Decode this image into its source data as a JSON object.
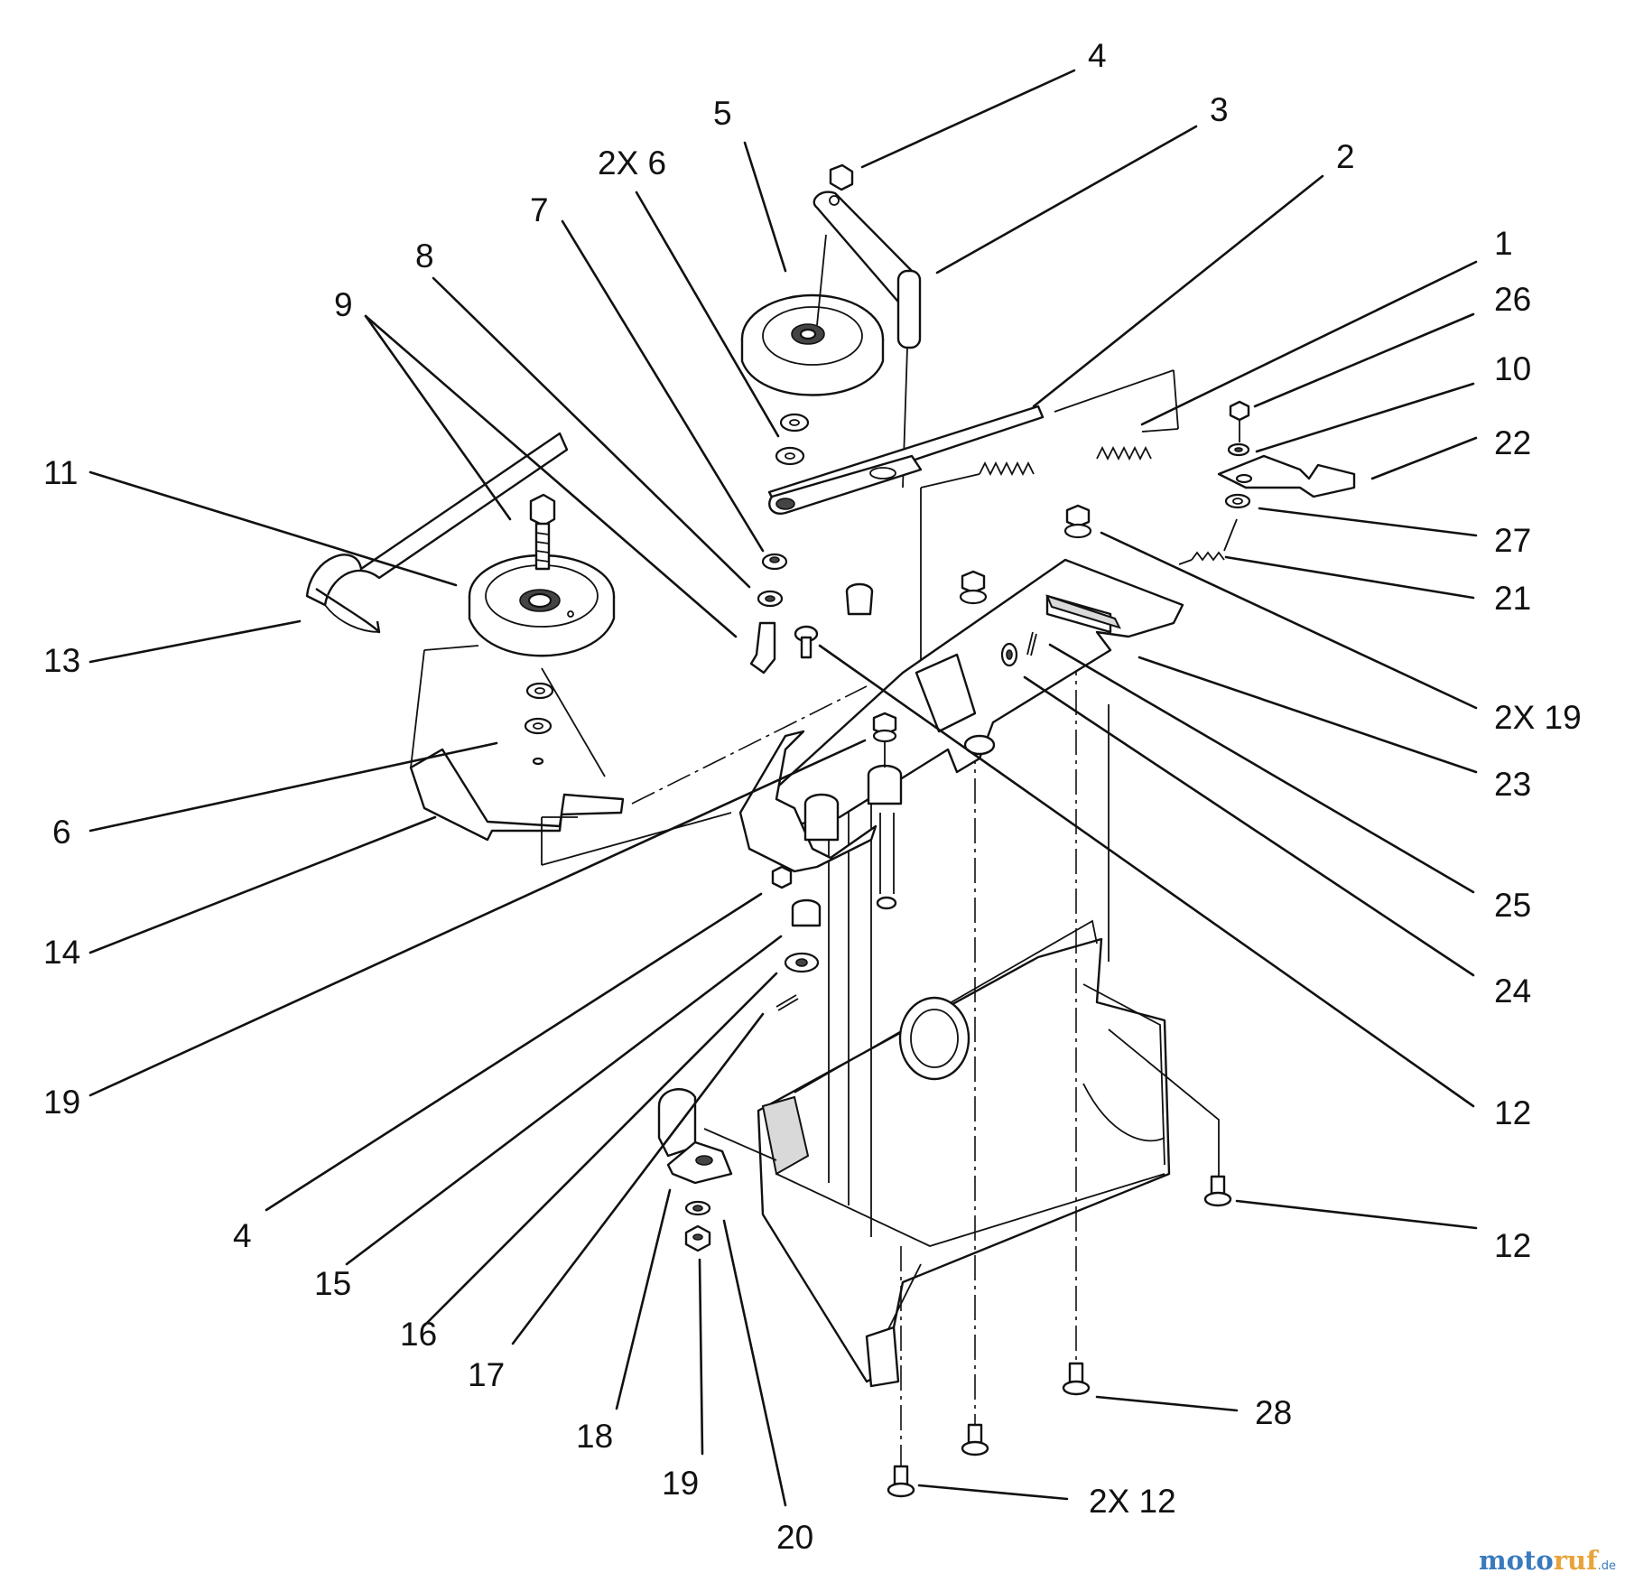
{
  "callouts": [
    {
      "id": "c4a",
      "text": "4"
    },
    {
      "id": "c3",
      "text": "3"
    },
    {
      "id": "c5",
      "text": "5"
    },
    {
      "id": "c2",
      "text": "2"
    },
    {
      "id": "c2x6",
      "text": "2X 6"
    },
    {
      "id": "c7",
      "text": "7"
    },
    {
      "id": "c1",
      "text": "1"
    },
    {
      "id": "c8",
      "text": "8"
    },
    {
      "id": "c26",
      "text": "26"
    },
    {
      "id": "c9",
      "text": "9"
    },
    {
      "id": "c10",
      "text": "10"
    },
    {
      "id": "c22",
      "text": "22"
    },
    {
      "id": "c11",
      "text": "11"
    },
    {
      "id": "c27",
      "text": "27"
    },
    {
      "id": "c21",
      "text": "21"
    },
    {
      "id": "c13",
      "text": "13"
    },
    {
      "id": "c2x19",
      "text": "2X 19"
    },
    {
      "id": "c23",
      "text": "23"
    },
    {
      "id": "c6",
      "text": "6"
    },
    {
      "id": "c25",
      "text": "25"
    },
    {
      "id": "c14",
      "text": "14"
    },
    {
      "id": "c24",
      "text": "24"
    },
    {
      "id": "c19a",
      "text": "19"
    },
    {
      "id": "c12a",
      "text": "12"
    },
    {
      "id": "c4b",
      "text": "4"
    },
    {
      "id": "c12b",
      "text": "12"
    },
    {
      "id": "c15",
      "text": "15"
    },
    {
      "id": "c16",
      "text": "16"
    },
    {
      "id": "c17",
      "text": "17"
    },
    {
      "id": "c28",
      "text": "28"
    },
    {
      "id": "c18",
      "text": "18"
    },
    {
      "id": "c19b",
      "text": "19"
    },
    {
      "id": "c2x12",
      "text": "2X 12"
    },
    {
      "id": "c20",
      "text": "20"
    }
  ],
  "watermark": {
    "part1": "moto",
    "part2": "ruf",
    "suffix": ".de"
  }
}
